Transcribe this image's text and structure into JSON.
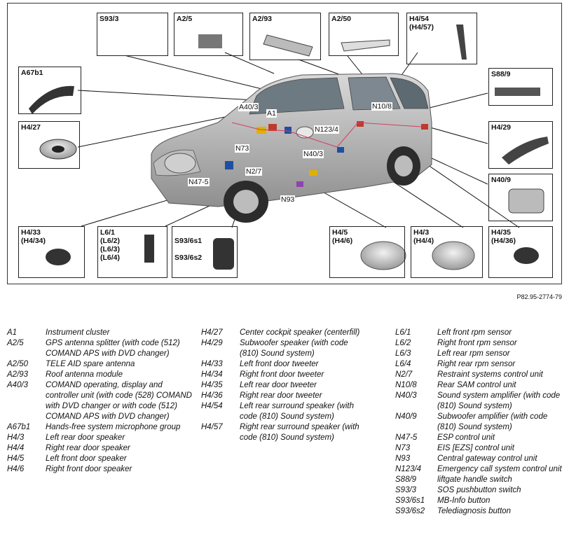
{
  "figure_id": "P82.95-2774-79",
  "callouts": {
    "s93_3": "S93/3",
    "a2_5": "A2/5",
    "a2_93": "A2/93",
    "a2_50": "A2/50",
    "h4_54": "H4/54\n(H4/57)",
    "a67b1": "A67b1",
    "s88_9": "S88/9",
    "h4_27": "H4/27",
    "h4_29": "H4/29",
    "n40_9": "N40/9",
    "h4_33": "H4/33\n(H4/34)",
    "l6_1": "L6/1\n(L6/2)\n(L6/3)\n(L6/4)",
    "s93_6": "S93/6s1\n\nS93/6s2",
    "h4_5": "H4/5\n(H4/6)",
    "h4_3": "H4/3\n(H4/4)",
    "h4_35": "H4/35\n(H4/36)"
  },
  "vehicle_labels": {
    "a40_3": "A40/3",
    "a1": "A1",
    "n10_8": "N10/8",
    "n123_4": "N123/4",
    "n73": "N73",
    "n40_3": "N40/3",
    "n2_7": "N2/7",
    "n47_5": "N47-5",
    "n93": "N93"
  },
  "legend": {
    "col1": [
      {
        "code": "A1",
        "desc": "Instrument cluster"
      },
      {
        "code": "A2/5",
        "desc": "GPS antenna splitter (with code (512) COMAND APS with DVD changer)"
      },
      {
        "code": "A2/50",
        "desc": "TELE AID spare antenna"
      },
      {
        "code": "A2/93",
        "desc": "Roof antenna module"
      },
      {
        "code": "A40/3",
        "desc": "COMAND operating, display and controller unit (with code (528) COMAND with DVD changer or with code (512) COMAND APS with DVD changer)"
      },
      {
        "code": "A67b1",
        "desc": "Hands-free system microphone group"
      },
      {
        "code": "H4/3",
        "desc": "Left rear door speaker"
      },
      {
        "code": "H4/4",
        "desc": "Right rear door speaker"
      },
      {
        "code": "H4/5",
        "desc": "Left front door speaker"
      },
      {
        "code": "H4/6",
        "desc": "Right front door speaker"
      }
    ],
    "col2": [
      {
        "code": "H4/27",
        "desc": "Center cockpit speaker (centerfill)"
      },
      {
        "code": "H4/29",
        "desc": "Subwoofer speaker (with code (810) Sound system)"
      },
      {
        "code": "H4/33",
        "desc": "Left front door tweeter"
      },
      {
        "code": "H4/34",
        "desc": "Right front door tweeter"
      },
      {
        "code": "H4/35",
        "desc": "Left rear door tweeter"
      },
      {
        "code": "H4/36",
        "desc": "Right rear door tweeter"
      },
      {
        "code": "H4/54",
        "desc": "Left rear surround speaker (with code (810) Sound system)"
      },
      {
        "code": "H4/57",
        "desc": "Right rear surround speaker (with code (810) Sound system)"
      }
    ],
    "col3": [
      {
        "code": "L6/1",
        "desc": "Left front rpm sensor"
      },
      {
        "code": "L6/2",
        "desc": "Right front rpm sensor"
      },
      {
        "code": "L6/3",
        "desc": "Left rear rpm sensor"
      },
      {
        "code": "L6/4",
        "desc": "Right rear rpm sensor"
      },
      {
        "code": "N2/7",
        "desc": "Restraint systems control unit"
      },
      {
        "code": "N10/8",
        "desc": "Rear SAM control unit"
      },
      {
        "code": "N40/3",
        "desc": "Sound system amplifier (with code (810) Sound system)"
      },
      {
        "code": "N40/9",
        "desc": "Subwoofer amplifier (with code (810) Sound system)"
      },
      {
        "code": "N47-5",
        "desc": "ESP control unit"
      },
      {
        "code": "N73",
        "desc": "EIS [EZS] control unit"
      },
      {
        "code": "N93",
        "desc": "Central gateway control unit"
      },
      {
        "code": "N123/4",
        "desc": "Emergency call system control unit"
      },
      {
        "code": "S88/9",
        "desc": "liftgate handle switch"
      },
      {
        "code": "S93/3",
        "desc": "SOS pushbutton switch"
      },
      {
        "code": "S93/6s1",
        "desc": "MB-Info button"
      },
      {
        "code": "S93/6s2",
        "desc": "Telediagnosis button"
      }
    ]
  }
}
